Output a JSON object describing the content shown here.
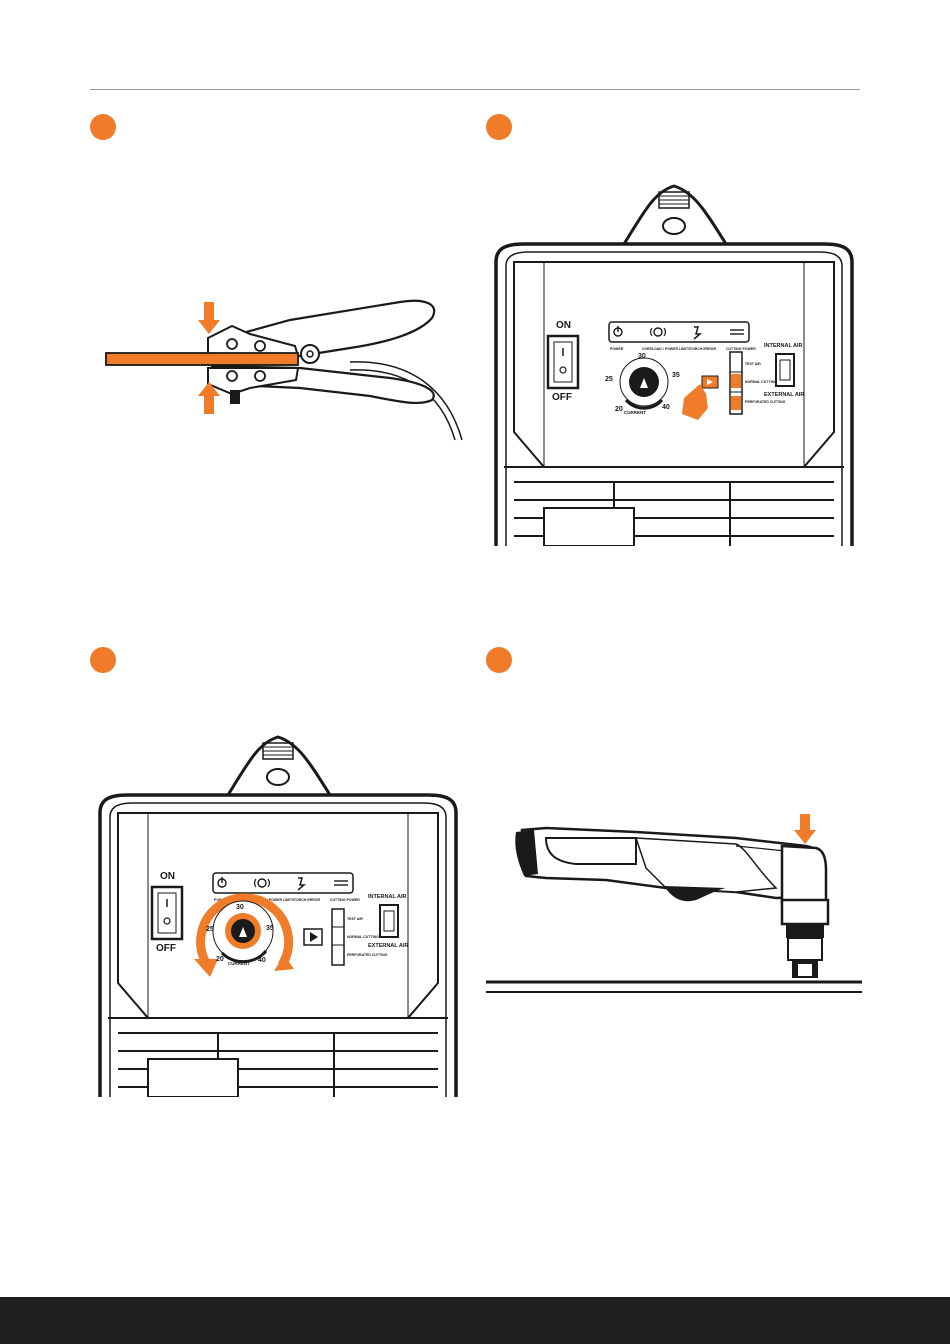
{
  "colors": {
    "accent": "#f07c2a",
    "ink": "#1a1a1a",
    "footer": "#1f1f1f"
  },
  "panel": {
    "on": "ON",
    "off": "OFF",
    "current_label": "CURRENT",
    "dial_scale": [
      "20",
      "25",
      "30",
      "35",
      "40"
    ],
    "internal_air": "INTERNAL AIR",
    "external_air": "EXTERNAL AIR",
    "indicators": [
      "POWER",
      "OVERLOAD / POWER LIMITS",
      "TORCH ERROR",
      "CUTTING POWER"
    ],
    "modes": [
      "TEST AIR",
      "NORMAL CUTTING",
      "PERFORATED CUTTING"
    ]
  },
  "steps": [
    {
      "icon": "ground-clamp-illustration"
    },
    {
      "icon": "control-panel-mode-button-illustration"
    },
    {
      "icon": "control-panel-current-dial-illustration"
    },
    {
      "icon": "plasma-torch-illustration"
    }
  ]
}
